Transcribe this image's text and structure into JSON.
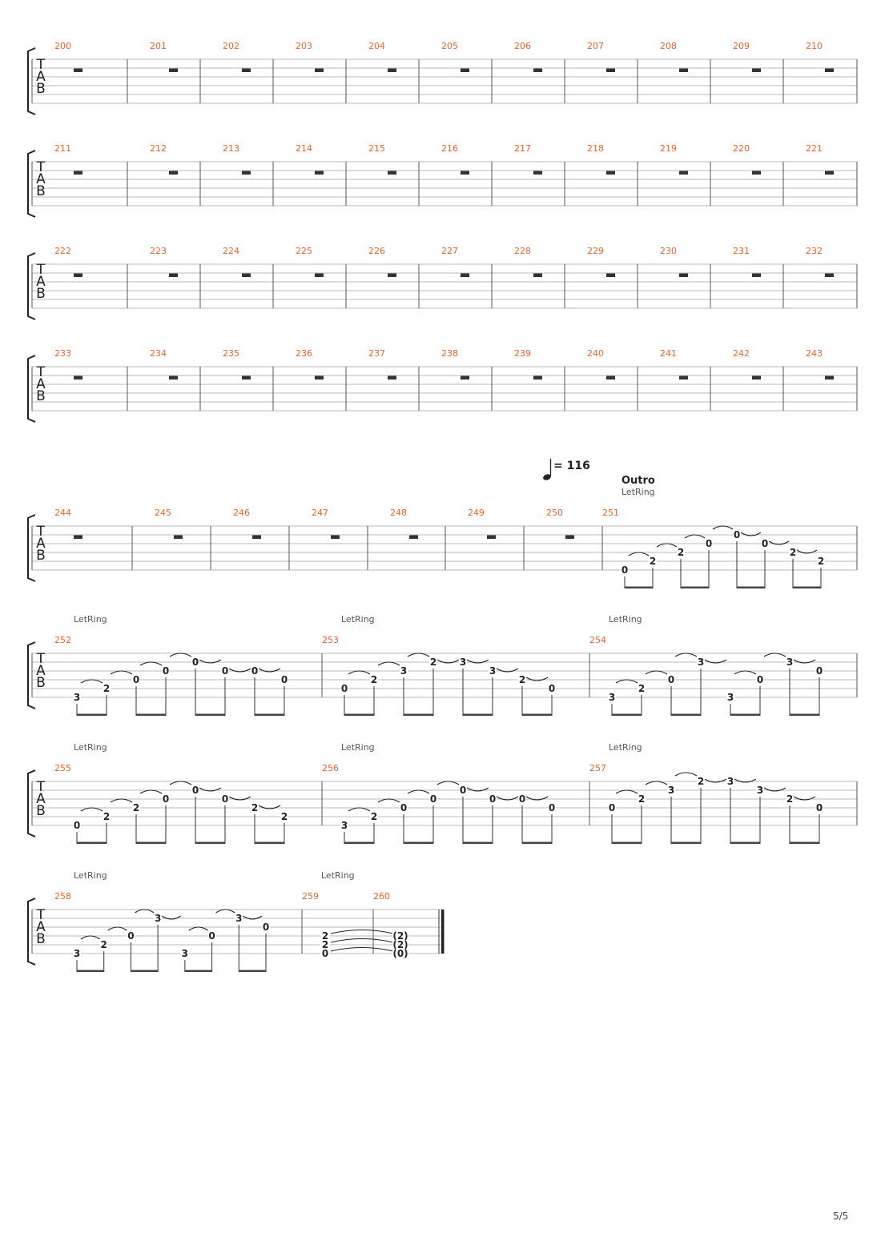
{
  "page": {
    "number": "5/5"
  },
  "tab_clef": [
    "T",
    "A",
    "B"
  ],
  "tempo": {
    "value": "116",
    "prefix": "= "
  },
  "section": {
    "label": "Outro"
  },
  "let_ring_label": "LetRing",
  "rest_systems": [
    {
      "bars": [
        "200",
        "201",
        "202",
        "203",
        "204",
        "205",
        "206",
        "207",
        "208",
        "209",
        "210"
      ]
    },
    {
      "bars": [
        "211",
        "212",
        "213",
        "214",
        "215",
        "216",
        "217",
        "218",
        "219",
        "220",
        "221"
      ]
    },
    {
      "bars": [
        "222",
        "223",
        "224",
        "225",
        "226",
        "227",
        "228",
        "229",
        "230",
        "231",
        "232"
      ]
    },
    {
      "bars": [
        "233",
        "234",
        "235",
        "236",
        "237",
        "238",
        "239",
        "240",
        "241",
        "242",
        "243"
      ]
    }
  ],
  "system5": {
    "rest_bars": [
      "244",
      "245",
      "246",
      "247",
      "248",
      "249",
      "250"
    ],
    "bar": {
      "number": "251",
      "notes": [
        [
          "5",
          "0"
        ],
        [
          "4",
          "2"
        ],
        [
          "3",
          "2"
        ],
        [
          "2",
          "0"
        ],
        [
          "1",
          "0"
        ],
        [
          "2",
          "0"
        ],
        [
          "3",
          "2"
        ],
        [
          "4",
          "2"
        ]
      ]
    }
  },
  "system6": [
    {
      "number": "252",
      "notes": [
        [
          "5",
          "3"
        ],
        [
          "4",
          "2"
        ],
        [
          "3",
          "0"
        ],
        [
          "2",
          "0"
        ],
        [
          "1",
          "0"
        ],
        [
          "2",
          "0"
        ],
        [
          "2",
          "0"
        ],
        [
          "3",
          "0"
        ]
      ]
    },
    {
      "number": "253",
      "notes": [
        [
          "4",
          "0"
        ],
        [
          "3",
          "2"
        ],
        [
          "2",
          "3"
        ],
        [
          "1",
          "2"
        ],
        [
          "1",
          "3"
        ],
        [
          "2",
          "3"
        ],
        [
          "3",
          "2"
        ],
        [
          "4",
          "0"
        ]
      ]
    },
    {
      "number": "254",
      "notes": [
        [
          "5",
          "3"
        ],
        [
          "4",
          "2"
        ],
        [
          "3",
          "0"
        ],
        [
          "1",
          "3"
        ],
        [
          "5",
          "3"
        ],
        [
          "3",
          "0"
        ],
        [
          "1",
          "3"
        ],
        [
          "2",
          "0"
        ]
      ]
    }
  ],
  "system7": [
    {
      "number": "255",
      "notes": [
        [
          "5",
          "0"
        ],
        [
          "4",
          "2"
        ],
        [
          "3",
          "2"
        ],
        [
          "2",
          "0"
        ],
        [
          "1",
          "0"
        ],
        [
          "2",
          "0"
        ],
        [
          "3",
          "2"
        ],
        [
          "4",
          "2"
        ]
      ]
    },
    {
      "number": "256",
      "notes": [
        [
          "5",
          "3"
        ],
        [
          "4",
          "2"
        ],
        [
          "3",
          "0"
        ],
        [
          "2",
          "0"
        ],
        [
          "1",
          "0"
        ],
        [
          "2",
          "0"
        ],
        [
          "2",
          "0"
        ],
        [
          "3",
          "0"
        ]
      ]
    },
    {
      "number": "257",
      "notes": [
        [
          "3",
          "0"
        ],
        [
          "2",
          "2"
        ],
        [
          "1",
          "3"
        ],
        [
          "0",
          "2"
        ],
        [
          "0",
          "3"
        ],
        [
          "1",
          "3"
        ],
        [
          "2",
          "2"
        ],
        [
          "3",
          "0"
        ]
      ]
    }
  ],
  "system8": {
    "bar258": {
      "number": "258",
      "notes": [
        [
          "5",
          "3"
        ],
        [
          "4",
          "2"
        ],
        [
          "3",
          "0"
        ],
        [
          "1",
          "3"
        ],
        [
          "5",
          "3"
        ],
        [
          "3",
          "0"
        ],
        [
          "1",
          "3"
        ],
        [
          "2",
          "0"
        ]
      ]
    },
    "bar259": {
      "number": "259",
      "chord": [
        "2",
        "2",
        "0"
      ]
    },
    "bar260": {
      "number": "260",
      "chord": [
        "(2)",
        "(2)",
        "(0)"
      ]
    }
  }
}
